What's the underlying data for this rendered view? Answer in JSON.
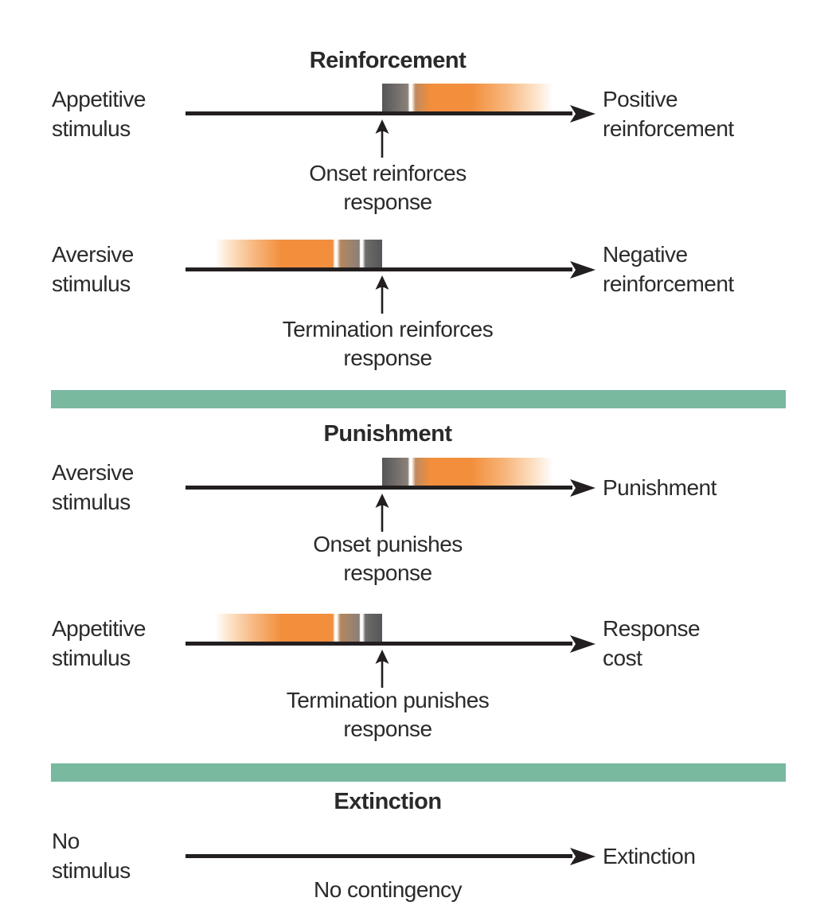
{
  "figure": {
    "colors": {
      "orange": "#F28E3C",
      "gray_dark": "#55565A",
      "divider_green": "#79B9A0",
      "line_black": "#231F20",
      "text": "#2A2A2A"
    },
    "sections": [
      {
        "title": "Reinforcement",
        "rows": [
          {
            "left_label": [
              "Appetitive",
              "stimulus"
            ],
            "bar": "onset",
            "event_caption": [
              "Onset reinforces",
              "response"
            ],
            "right_label": [
              "Positive",
              "reinforcement"
            ]
          },
          {
            "left_label": [
              "Aversive",
              "stimulus"
            ],
            "bar": "termination",
            "event_caption": [
              "Termination reinforces",
              "response"
            ],
            "right_label": [
              "Negative",
              "reinforcement"
            ]
          }
        ]
      },
      {
        "title": "Punishment",
        "rows": [
          {
            "left_label": [
              "Aversive",
              "stimulus"
            ],
            "bar": "onset",
            "event_caption": [
              "Onset punishes",
              "response"
            ],
            "right_label": [
              "Punishment"
            ]
          },
          {
            "left_label": [
              "Appetitive",
              "stimulus"
            ],
            "bar": "termination",
            "event_caption": [
              "Termination punishes",
              "response"
            ],
            "right_label": [
              "Response",
              "cost"
            ]
          }
        ]
      },
      {
        "title": "Extinction",
        "rows": [
          {
            "left_label": [
              "No",
              "stimulus"
            ],
            "bar": "none",
            "event_caption": [
              "No contingency"
            ],
            "right_label": [
              "Extinction"
            ]
          }
        ]
      }
    ]
  }
}
